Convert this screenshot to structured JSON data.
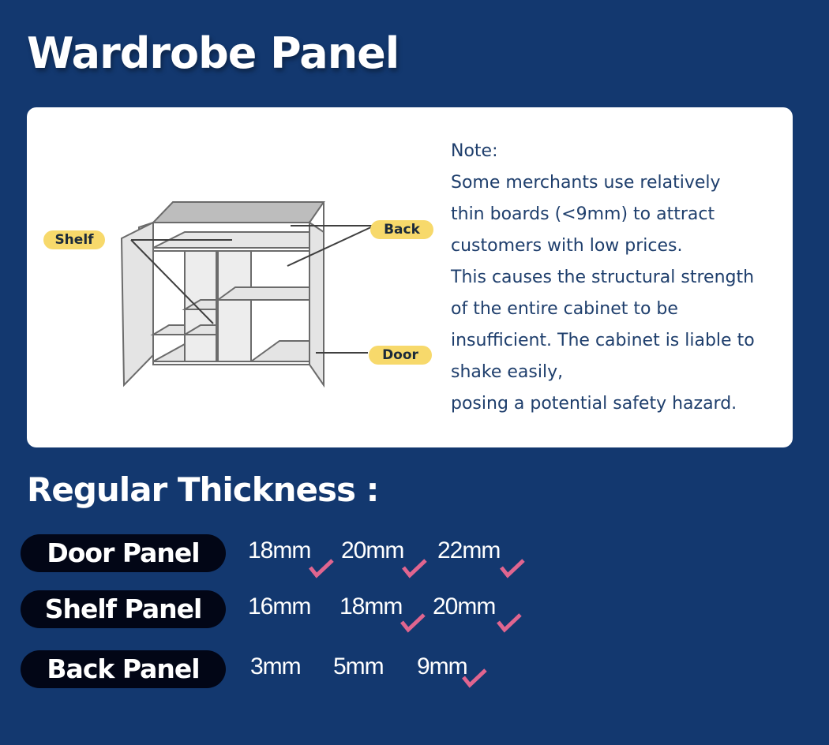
{
  "header": {
    "title": "Wardrobe Panel"
  },
  "diagram": {
    "labels": {
      "shelf": "Shelf",
      "back": "Back",
      "door": "Door"
    }
  },
  "note": {
    "heading": "Note:",
    "lines": [
      "Some merchants use relatively",
      "thin boards (<9mm) to attract",
      "customers with low prices.",
      "This causes the structural strength",
      "of the entire cabinet to be",
      "insufficient. The cabinet is liable to",
      "shake easily,",
      "posing a potential safety hazard."
    ]
  },
  "thickness": {
    "title": "Regular Thickness :",
    "rows": [
      {
        "label": "Door Panel",
        "options": [
          {
            "value": "18mm",
            "checked": true
          },
          {
            "value": "20mm",
            "checked": true
          },
          {
            "value": "22mm",
            "checked": true
          }
        ]
      },
      {
        "label": "Shelf Panel",
        "options": [
          {
            "value": "16mm",
            "checked": false
          },
          {
            "value": "18mm",
            "checked": true
          },
          {
            "value": "20mm",
            "checked": true
          }
        ]
      },
      {
        "label": "Back Panel",
        "options": [
          {
            "value": "3mm",
            "checked": false
          },
          {
            "value": "5mm",
            "checked": false
          },
          {
            "value": "9mm",
            "checked": true
          }
        ]
      }
    ]
  },
  "colors": {
    "background": "#13386f",
    "tag": "#f7d96b",
    "check": "#e0658f",
    "pill": "#020616",
    "note_text": "#1e3e6c"
  }
}
